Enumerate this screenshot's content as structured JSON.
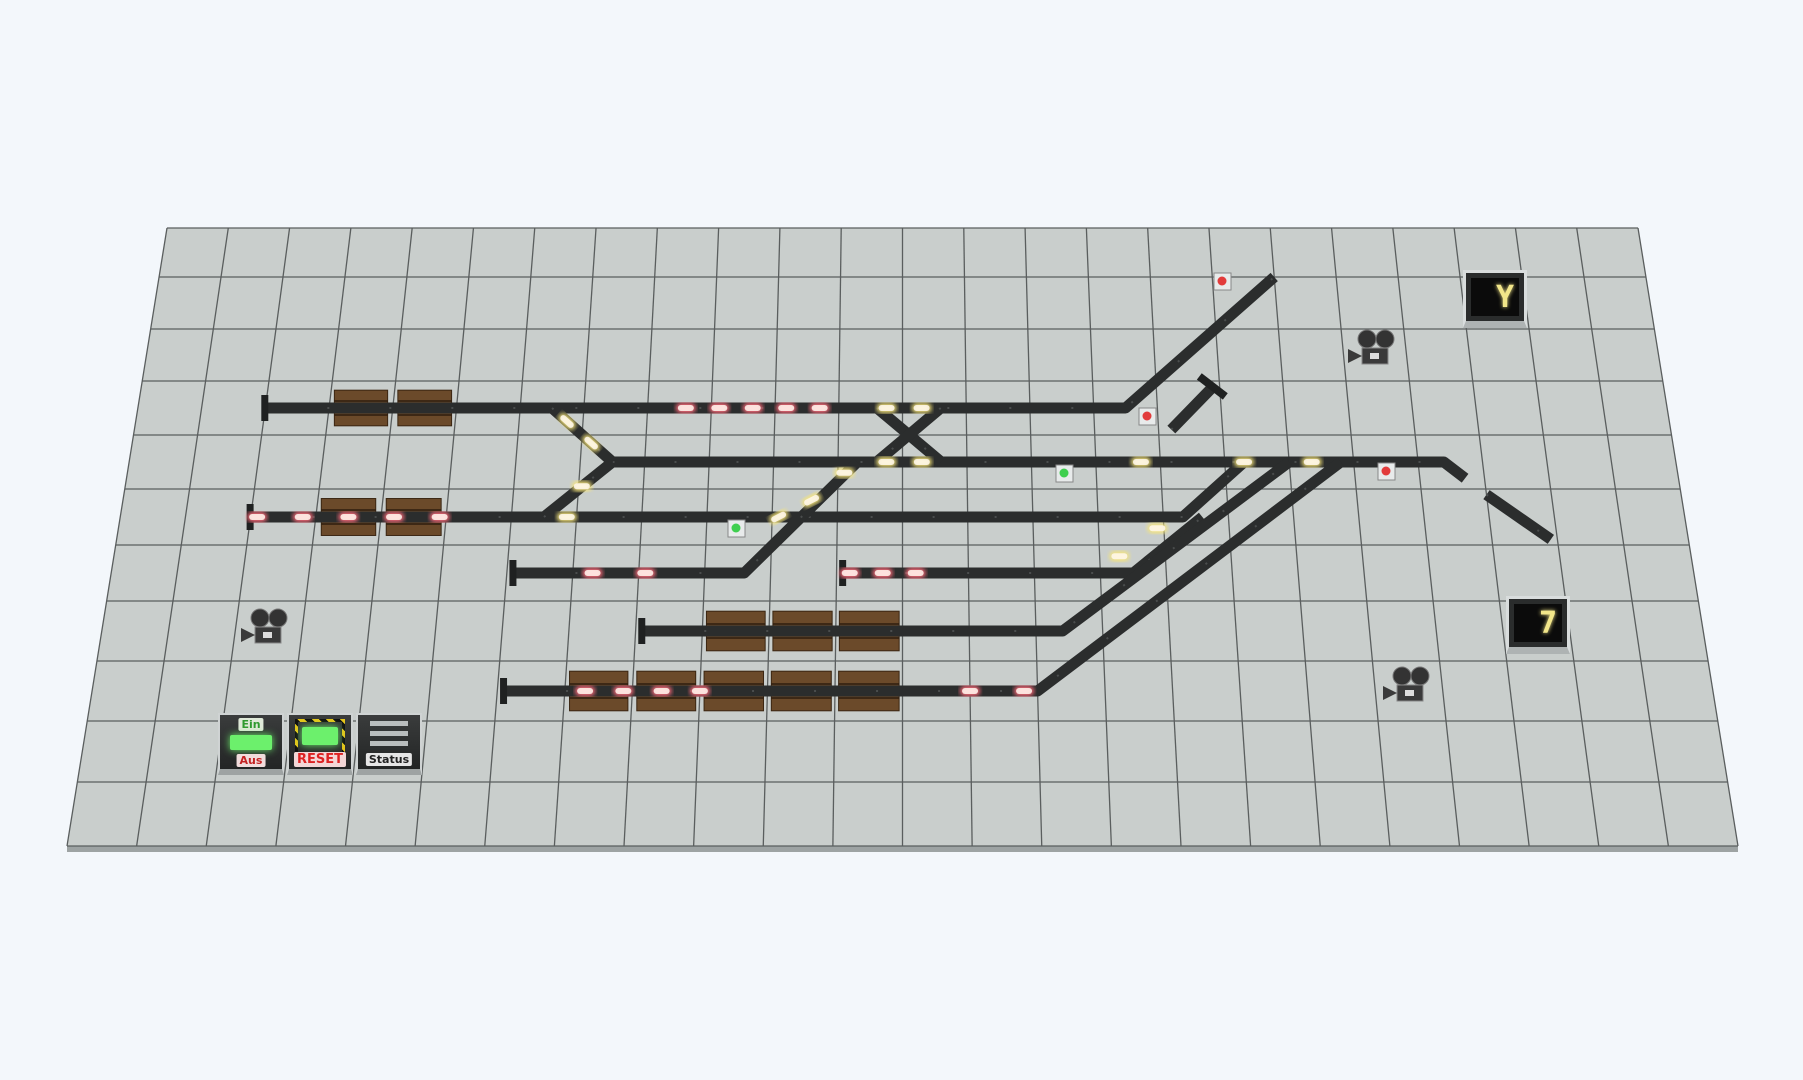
{
  "app": {
    "title": "Track layout control panel"
  },
  "controls": {
    "power": {
      "on_label": "Ein",
      "off_label": "Aus"
    },
    "reset": {
      "label": "RESET"
    },
    "status": {
      "label": "Status"
    }
  },
  "displays": [
    {
      "value": "Y"
    },
    {
      "value": "7"
    }
  ],
  "cameras": 3,
  "signals": [
    {
      "state": "red"
    },
    {
      "state": "red"
    },
    {
      "state": "green"
    },
    {
      "state": "green"
    },
    {
      "state": "red"
    }
  ],
  "colors": {
    "background": "#f3f7fb",
    "board": "#c9cecc",
    "grid": "#5a5e5e",
    "track": "#2b2d2d",
    "occupied": "#ff6b7a",
    "route": "#f6e57a",
    "platform": "#6b4a2a",
    "signal_red": "#e23b3b",
    "signal_green": "#3fcf4f"
  }
}
